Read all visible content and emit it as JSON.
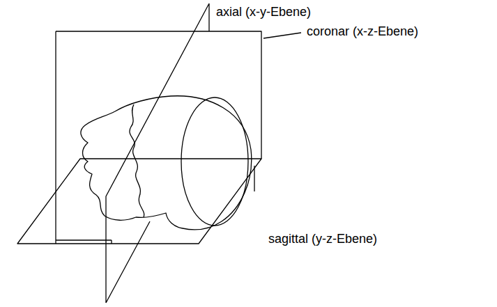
{
  "diagram": {
    "labels": [
      "axial (x-y-Ebene)",
      "coronar (x-z-Ebene)",
      "sagittal (y-z-Ebene)"
    ]
  }
}
